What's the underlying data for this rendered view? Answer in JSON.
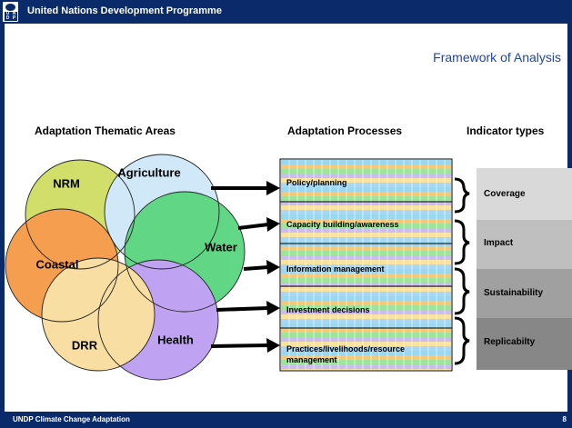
{
  "header": {
    "org_name": "United Nations Development Programme",
    "logo_text": [
      "U",
      "N",
      "D",
      "P"
    ]
  },
  "slide": {
    "title": "Framework of Analysis",
    "col_headers": {
      "thematic": "Adaptation Thematic Areas",
      "processes": "Adaptation Processes",
      "indicators": "Indicator types"
    }
  },
  "thematic_areas": [
    {
      "label": "NRM",
      "color": "#c8d84a"
    },
    {
      "label": "Agriculture",
      "color": "#c6e3f7"
    },
    {
      "label": "Water",
      "color": "#3fcf6b"
    },
    {
      "label": "Coastal",
      "color": "#f4892a"
    },
    {
      "label": "DRR",
      "color": "#f7d790"
    },
    {
      "label": "Health",
      "color": "#b28ef0"
    }
  ],
  "processes": [
    "Policy/planning",
    "Capacity building/awareness",
    "Information management",
    "Investment decisions",
    "Practices/livelihoods/resource management"
  ],
  "indicator_types": [
    {
      "label": "Coverage",
      "color": "#d9d9d9"
    },
    {
      "label": "Impact",
      "color": "#bfbfbf"
    },
    {
      "label": "Sustainability",
      "color": "#a0a0a0"
    },
    {
      "label": "Replicabilty",
      "color": "#878787"
    }
  ],
  "footer": {
    "text": "UNDP Climate Change Adaptation",
    "page": "8"
  }
}
